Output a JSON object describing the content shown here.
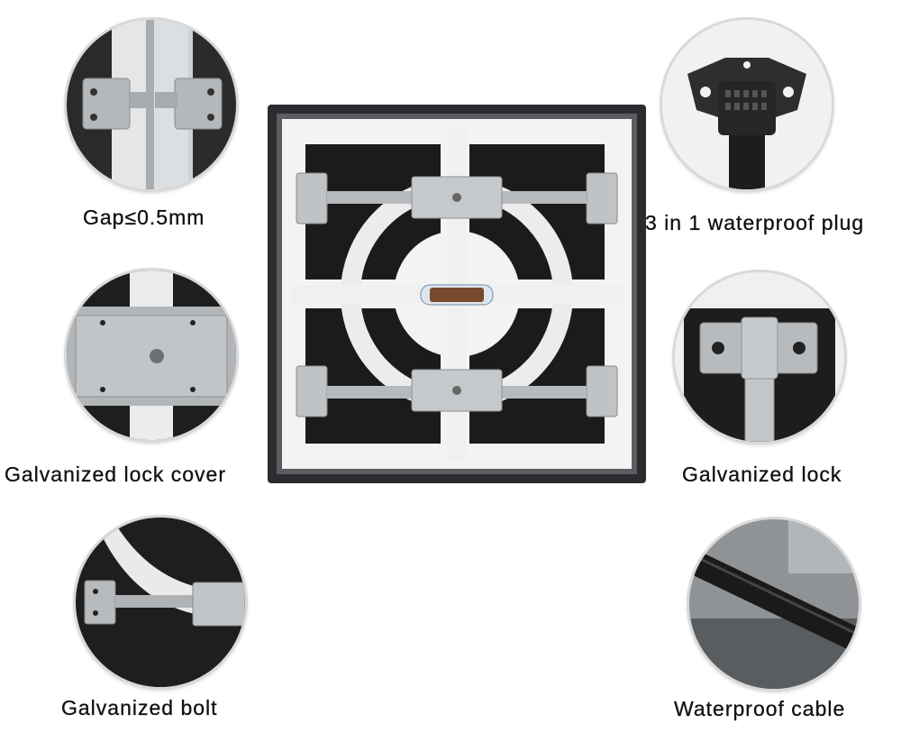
{
  "labels": {
    "gap": "Gap≤0.5mm",
    "plug": "3 in 1 waterproof plug",
    "lock_cover": "Galvanized lock cover",
    "lock": "Galvanized lock",
    "bolt": "Galvanized bolt",
    "cable": "Waterproof cable"
  },
  "colors": {
    "panel_frame": "#2a2c30",
    "panel_plate": "#f3f3f3",
    "module_black": "#1b1b1b",
    "metal": "#b9bcbf"
  }
}
